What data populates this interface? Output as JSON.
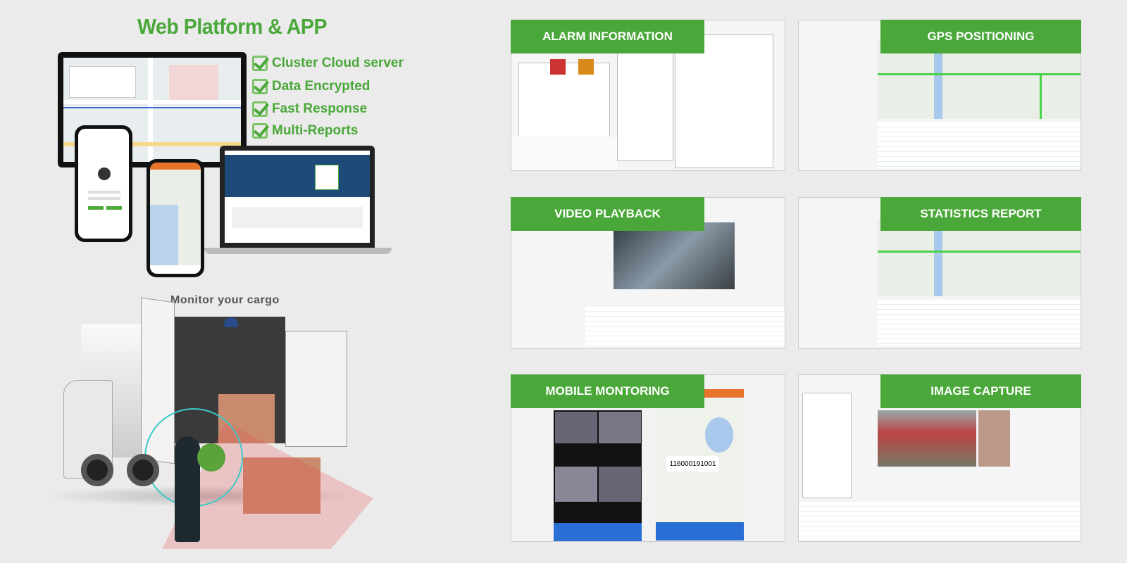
{
  "header": {
    "title": "Web Platform & APP"
  },
  "features": [
    {
      "label": "Cluster Cloud server",
      "icon": "check-icon"
    },
    {
      "label": "Data Encrypted",
      "icon": "check-icon"
    },
    {
      "label": "Fast Response",
      "icon": "check-icon"
    },
    {
      "label": "Multi-Reports",
      "icon": "check-icon"
    }
  ],
  "cargo": {
    "caption": "Monitor your cargo"
  },
  "panels": [
    {
      "label": "ALARM INFORMATION"
    },
    {
      "label": "GPS POSITIONING"
    },
    {
      "label": "VIDEO PLAYBACK"
    },
    {
      "label": "STATISTICS REPORT"
    },
    {
      "label": "MOBILE MONTORING"
    },
    {
      "label": "IMAGE CAPTURE"
    }
  ],
  "mobile": {
    "device_id": "116000191001"
  },
  "colors": {
    "accent": "#4aa83a",
    "background": "#ebebeb"
  }
}
